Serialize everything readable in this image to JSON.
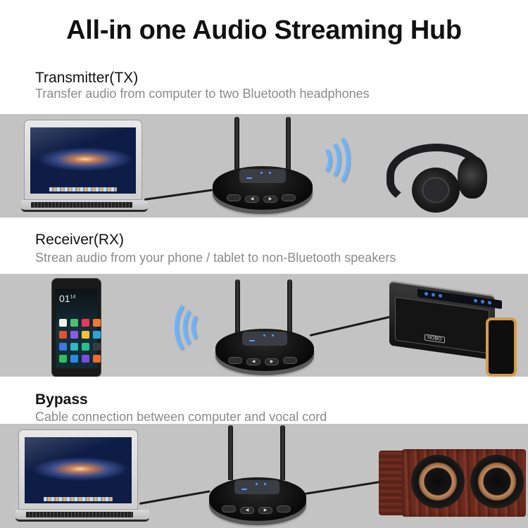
{
  "header": {
    "title": "All-in one Audio Streaming Hub"
  },
  "sections": [
    {
      "id": "transmitter",
      "title": "Transmitter(TX)",
      "description": "Transfer audio from computer to two Bluetooth headphones",
      "devices": [
        "laptop",
        "audio-hub",
        "bluetooth-waves",
        "headphones"
      ]
    },
    {
      "id": "receiver",
      "title": "Receiver(RX)",
      "description": "Strean audio from your phone / tablet to non-Bluetooth speakers",
      "devices": [
        "smartphone",
        "bluetooth-waves",
        "audio-hub",
        "box-speaker"
      ],
      "phone_time": "01",
      "phone_time_minutes": "14",
      "speaker_brand": "NOBO"
    },
    {
      "id": "bypass",
      "title": "Bypass",
      "description": "Cable connection between computer and vocal cord",
      "devices": [
        "laptop",
        "audio-hub",
        "wooden-speaker"
      ]
    }
  ],
  "colors": {
    "band_bg": "#c3c3c3",
    "title_text": "#111111",
    "description_text": "#8a8a8a",
    "bluetooth_wave": "#6bb4ff",
    "speaker_trim": "#d79a44"
  }
}
